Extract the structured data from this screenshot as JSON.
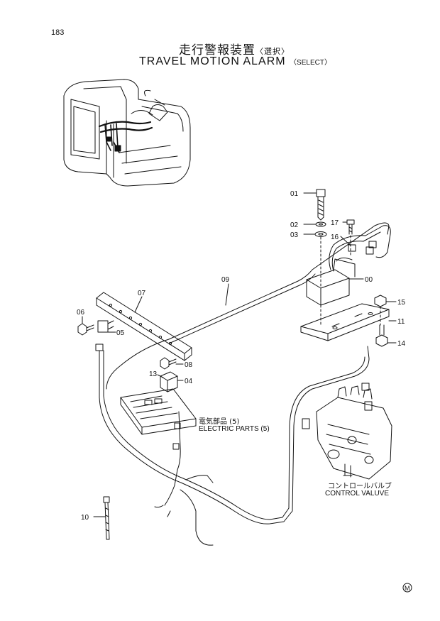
{
  "page_number": "183",
  "title": {
    "jp": "走行警報装置",
    "jp_suffix": "〈選択〉",
    "en": "TRAVEL MOTION ALARM",
    "en_suffix": "〈SELECT〉"
  },
  "callouts": [
    "01",
    "02",
    "03",
    "17",
    "16",
    "00",
    "09",
    "07",
    "06",
    "05",
    "15",
    "11",
    "14",
    "08",
    "13",
    "04",
    "10"
  ],
  "notes": {
    "electric_jp": "電気部品 (5)",
    "electric_en": "ELECTRIC PARTS (5)",
    "control_jp": "コントロールバルブ",
    "control_en": "CONTROL VALUVE"
  },
  "mark": "M",
  "colors": {
    "ink": "#111111",
    "paper": "#ffffff"
  }
}
